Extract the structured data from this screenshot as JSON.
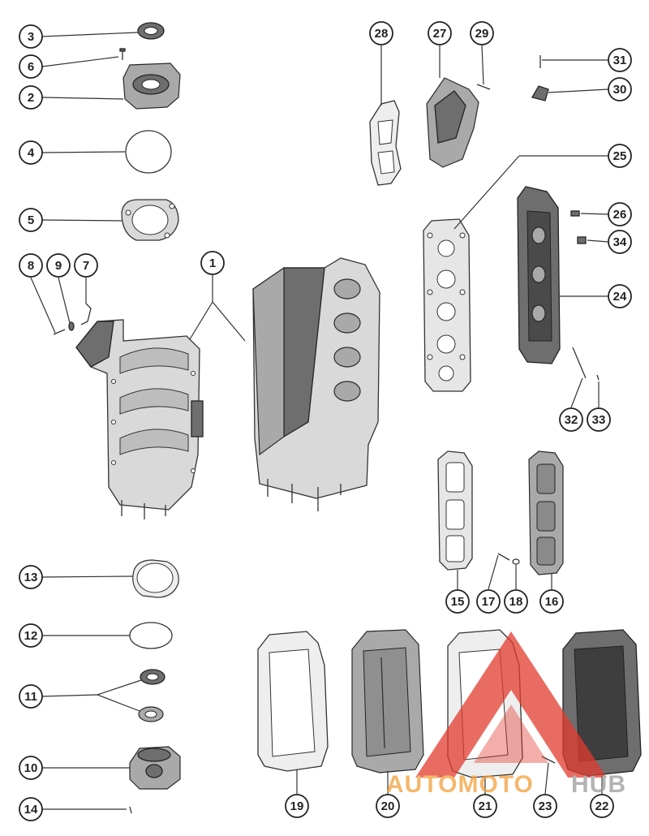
{
  "diagram": {
    "callouts": [
      "1",
      "2",
      "3",
      "4",
      "5",
      "6",
      "7",
      "8",
      "9",
      "10",
      "11",
      "12",
      "13",
      "14",
      "15",
      "16",
      "17",
      "18",
      "19",
      "20",
      "21",
      "22",
      "23",
      "24",
      "25",
      "26",
      "27",
      "28",
      "29",
      "30",
      "31",
      "32",
      "33",
      "34"
    ],
    "colors": {
      "ink": "#222222",
      "part_light": "#d9d9d9",
      "part_dark": "#6e6e6e",
      "watermark_red": "#e23b2e",
      "watermark_orange": "#f2a03a",
      "watermark_gray": "#9a9a9a"
    }
  },
  "watermark": {
    "brand_part1": "AUTOMOTO",
    "brand_part2": "HUB"
  }
}
